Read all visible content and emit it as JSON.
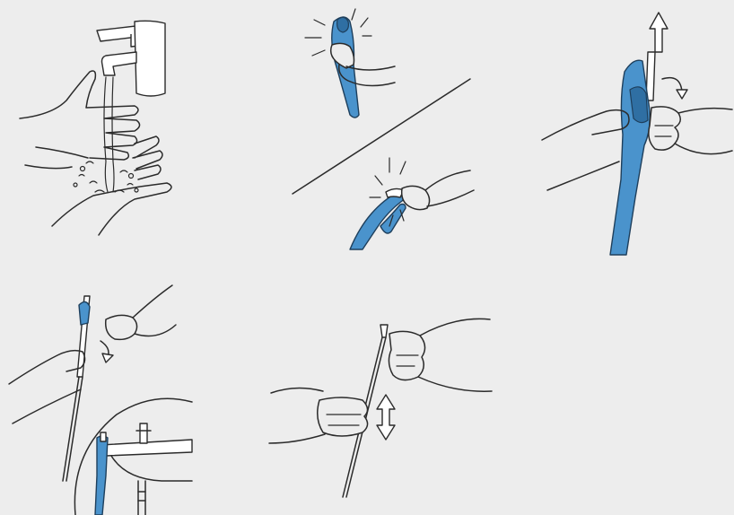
{
  "steps": [
    {
      "id": 1,
      "action": "wash-hands"
    },
    {
      "id": 2,
      "action": "squeeze-open-packaging"
    },
    {
      "id": 3,
      "action": "pull-out-catheter"
    },
    {
      "id": 4,
      "action": "hang-package-on-sink"
    },
    {
      "id": 5,
      "action": "insert-catheter"
    }
  ],
  "colors": {
    "background": "#ededed",
    "catheter_sleeve": "#4a93cc",
    "line_art": "#2b2b2b"
  }
}
